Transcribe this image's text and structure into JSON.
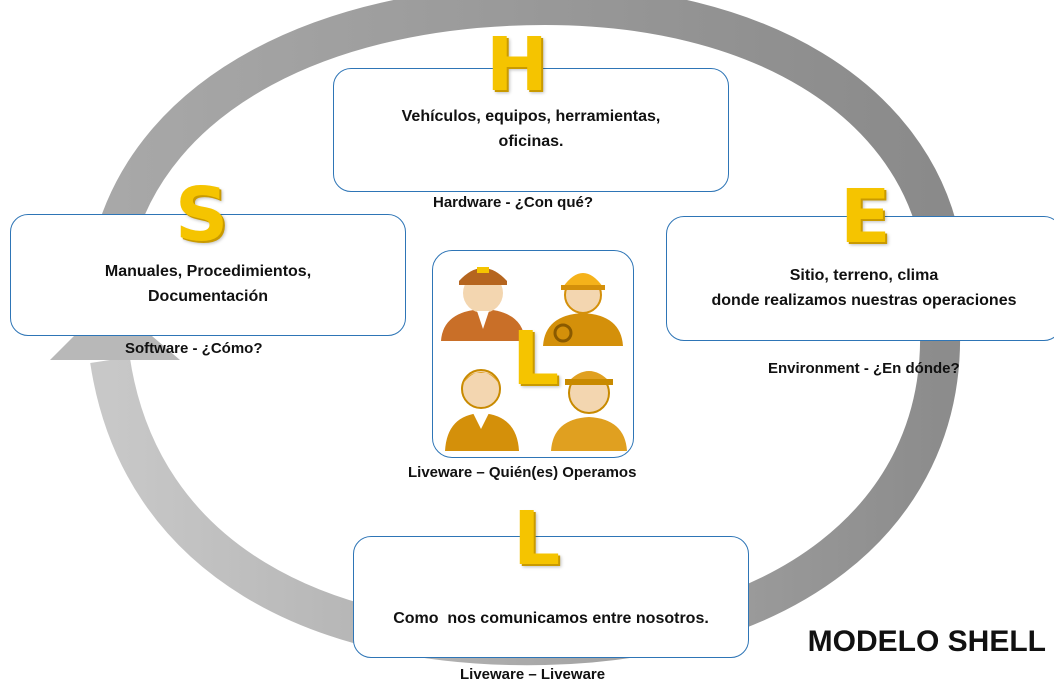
{
  "title": "MODELO SHELL",
  "colors": {
    "letter": "#f5c400",
    "border": "#2e75b6",
    "arrow": "#9a9a9a",
    "figure": "#d4900a"
  },
  "hardware": {
    "letter": "H",
    "description": "Vehículos, equipos, herramientas,\noficinas.",
    "caption": "Hardware - ¿Con qué?"
  },
  "software": {
    "letter": "S",
    "description": "Manuales, Procedimientos,\nDocumentación",
    "caption": "Software - ¿Cómo?"
  },
  "environment": {
    "letter": "E",
    "description": "Sitio, terreno, clima\ndonde realizamos nuestras operaciones",
    "caption": "Environment - ¿En dónde?"
  },
  "liveware_center": {
    "letter": "L",
    "caption": "Liveware – Quién(es) Operamos",
    "figures": [
      "pilot-icon",
      "worker-helmet-icon",
      "flight-attendant-icon",
      "mechanic-cap-icon"
    ]
  },
  "liveware_liveware": {
    "letter": "L",
    "description": "Como  nos comunicamos entre nosotros.",
    "caption": "Liveware – Liveware"
  }
}
